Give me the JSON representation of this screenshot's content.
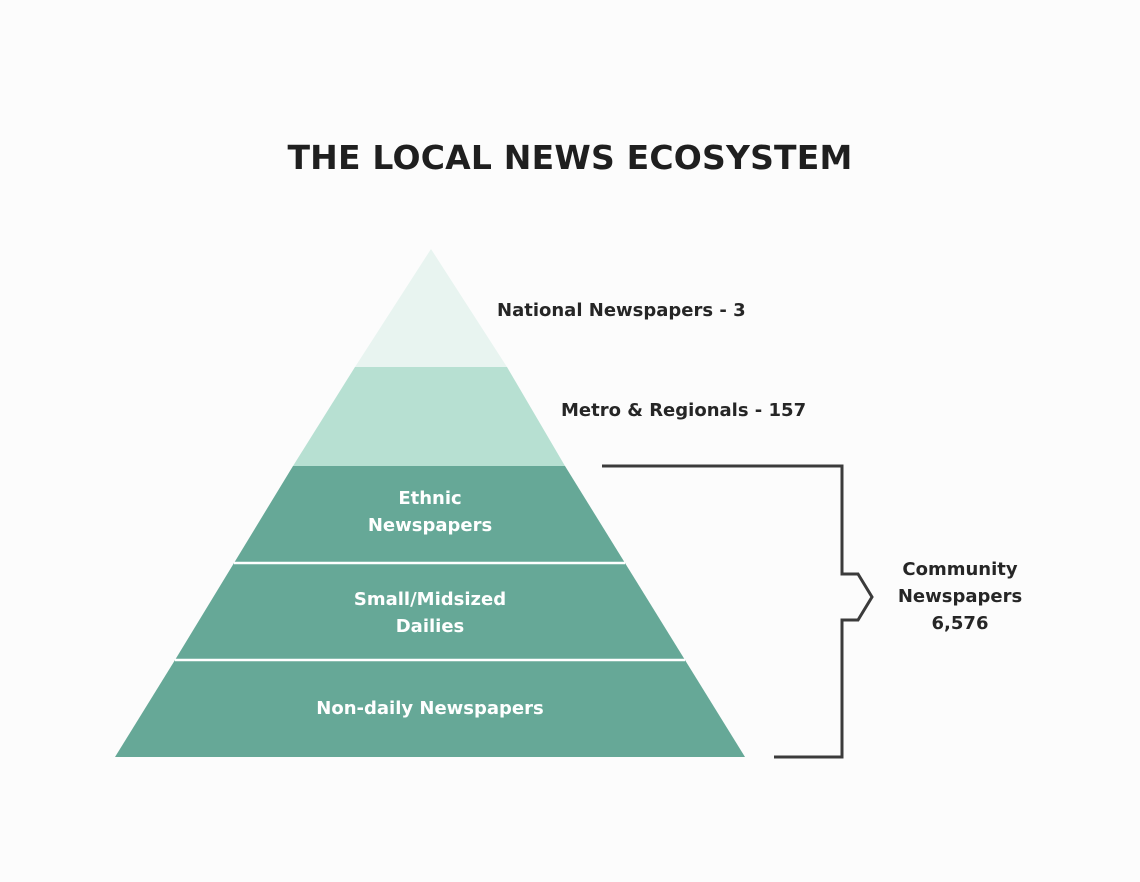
{
  "title": "THE LOCAL NEWS ECOSYSTEM",
  "tiers": [
    {
      "label_lines": [
        "National Newspapers - 3"
      ],
      "fill": "#e8f4f0"
    },
    {
      "label_lines": [
        "Metro & Regionals - 157"
      ],
      "fill": "#b7e0d2"
    },
    {
      "label_lines": [
        "Ethnic",
        "Newspapers"
      ],
      "fill": "#66a897"
    },
    {
      "label_lines": [
        "Small/Midsized",
        "Dailies"
      ],
      "fill": "#66a897"
    },
    {
      "label_lines": [
        "Non-daily Newspapers"
      ],
      "fill": "#66a897"
    }
  ],
  "community": {
    "label_lines": [
      "Community",
      "Newspapers",
      "6,576"
    ]
  },
  "colors": {
    "bracket": "#3b3b3b",
    "divider": "#ffffff",
    "background": "#fcfcfc"
  }
}
